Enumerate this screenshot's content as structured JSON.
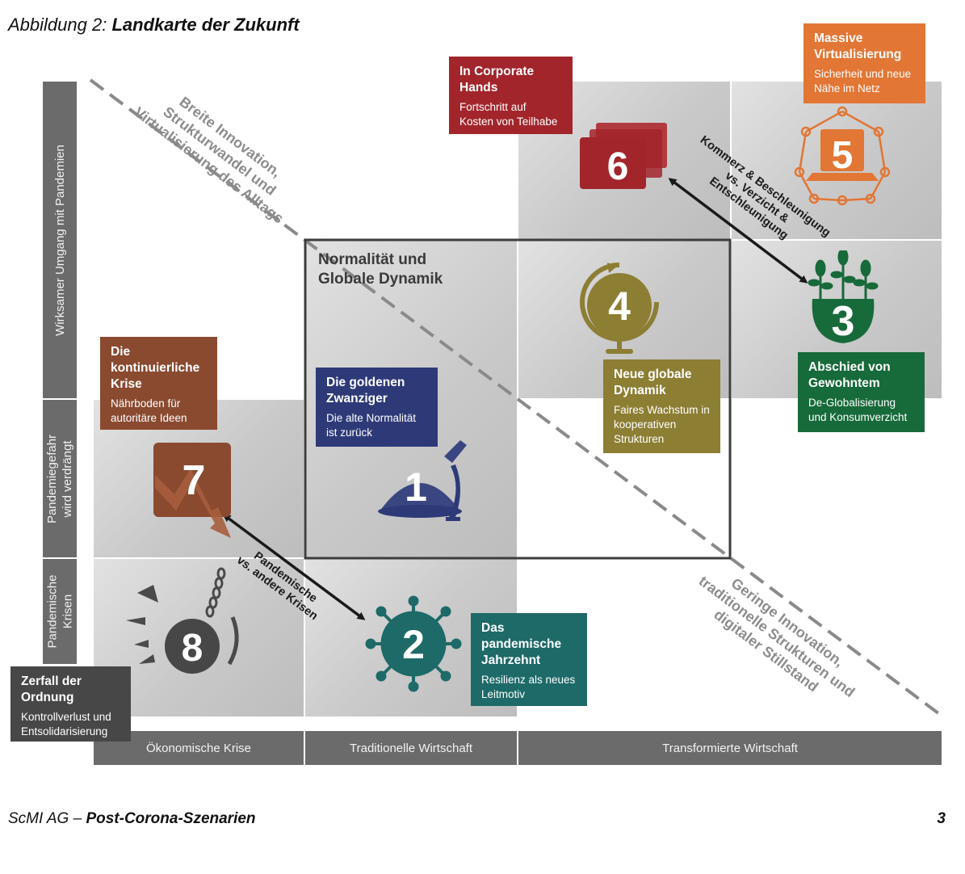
{
  "figure": {
    "label": "Abbildung 2:",
    "title": "Landkarte der Zukunft"
  },
  "y_axis": {
    "top": "Wirksamer Umgang mit Pandemien",
    "middle": "Pandemiegefahr wird verdrängt",
    "bottom": "Pandemische Krisen"
  },
  "x_axis": {
    "left": "Ökonomische Krise",
    "middle": "Traditionelle Wirtschaft",
    "right": "Transformierte Wirtschaft"
  },
  "diagonal": {
    "top": [
      "Breite Innovation,",
      "Strukturwandel und",
      "Virtualisierung des Alltags"
    ],
    "bottom": [
      "Geringe Innovation,",
      "traditionelle Strukturen und",
      "digitaler Stillstand"
    ]
  },
  "center_frame": {
    "title": [
      "Normalität und",
      "Globale Dynamik"
    ]
  },
  "arrows": {
    "upper": [
      "Kommerz & Beschleunigung",
      "vs. Verzicht &",
      "Entschleunigung"
    ],
    "lower": [
      "Pandemische",
      "vs. andere Krisen"
    ]
  },
  "scenarios": [
    {
      "number": "1",
      "title": "Die goldenen Zwanziger",
      "desc": "Die alte Normalität ist zurück",
      "color": "#2e3a78",
      "icon": "party-hat-icon"
    },
    {
      "number": "2",
      "title": "Das pandemische Jahrzehnt",
      "desc": "Resilienz als neues Leitmotiv",
      "color": "#1d6a68",
      "icon": "virus-icon"
    },
    {
      "number": "3",
      "title": "Abschied von Gewohntem",
      "desc": "De-Globalisierung und Konsumverzicht",
      "color": "#176a3a",
      "icon": "plants-pot-icon"
    },
    {
      "number": "4",
      "title": "Neue globale Dynamik",
      "desc": "Faires Wachstum in kooperativen Strukturen",
      "color": "#8c7e33",
      "icon": "globe-icon"
    },
    {
      "number": "5",
      "title": "Massive Virtualisierung",
      "desc": "Sicherheit und neue Nähe im Netz",
      "color": "#e27634",
      "icon": "network-laptop-icon"
    },
    {
      "number": "6",
      "title": "In Corporate Hands",
      "desc": "Fortschritt auf Kosten von Teilhabe",
      "color": "#a2252c",
      "icon": "wallet-icon"
    },
    {
      "number": "7",
      "title": "Die kontinuierliche Krise",
      "desc": "Nährboden für autoritäre Ideen",
      "color": "#8a4a30",
      "icon": "downtrend-chart-icon"
    },
    {
      "number": "8",
      "title": "Zerfall der Ordnung",
      "desc": "Kontrollverlust und Entsolidarisierung",
      "color": "#474747",
      "icon": "wrecking-ball-icon"
    }
  ],
  "footer": {
    "left_org": "ScMI AG –",
    "left_title": "Post-Corona-Szenarien",
    "page": "3"
  }
}
